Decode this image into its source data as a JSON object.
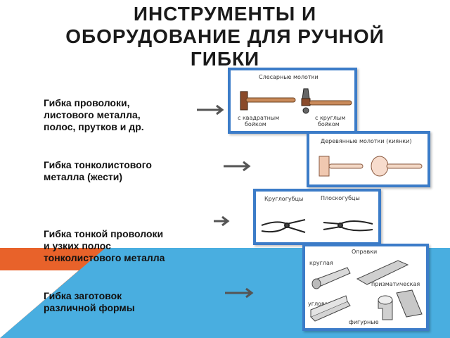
{
  "slide": {
    "title": "ИНСТРУМЕНТЫ И\nОБОРУДОВАНИЕ ДЛЯ РУЧНОЙ\nГИБКИ",
    "rows": [
      {
        "label": "Гибка проволоки,\nлистового металла,\nполос, прутков и др."
      },
      {
        "label": "Гибка тонколистового\nметалла (жести)"
      },
      {
        "label": "Гибка тонкой проволоки\nи узких полос\nтонколистового металла"
      },
      {
        "label": "Гибка заготовок\nразличной формы"
      }
    ],
    "panels": {
      "hammers": {
        "title": "Слесарные молотки",
        "left_caption": "с квадратным\nбойком",
        "right_caption": "с круглым\nбойком"
      },
      "mallets": {
        "title": "Деревянные молотки (киянки)"
      },
      "pliers": {
        "left_title": "Круглогубцы",
        "right_title": "Плоскогубцы"
      },
      "mandrels": {
        "title": "Оправки",
        "round": "круглая",
        "prismatic": "призматическая",
        "angle": "угловая",
        "shaped": "фигурные"
      }
    },
    "colors": {
      "panel_border": "#3c7cc8",
      "stripe": "#49aee0",
      "orange": "#e8622a",
      "arrow": "#555555"
    }
  }
}
